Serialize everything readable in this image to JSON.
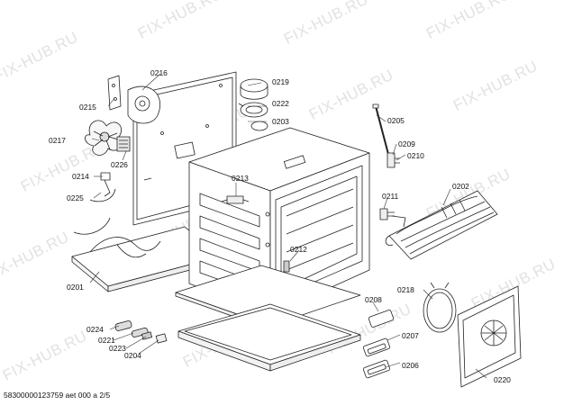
{
  "watermark": "FIX-HUB.RU",
  "part_labels": [
    "0216",
    "0219",
    "0222",
    "0203",
    "0215",
    "0217",
    "0226",
    "0214",
    "0225",
    "0213",
    "0205",
    "0209",
    "0210",
    "0202",
    "0211",
    "0212",
    "0218",
    "0201",
    "0208",
    "0207",
    "0206",
    "0224",
    "0221",
    "0223",
    "0204",
    "0220"
  ],
  "footer": "58300000123759 aet 000 a 2/5"
}
